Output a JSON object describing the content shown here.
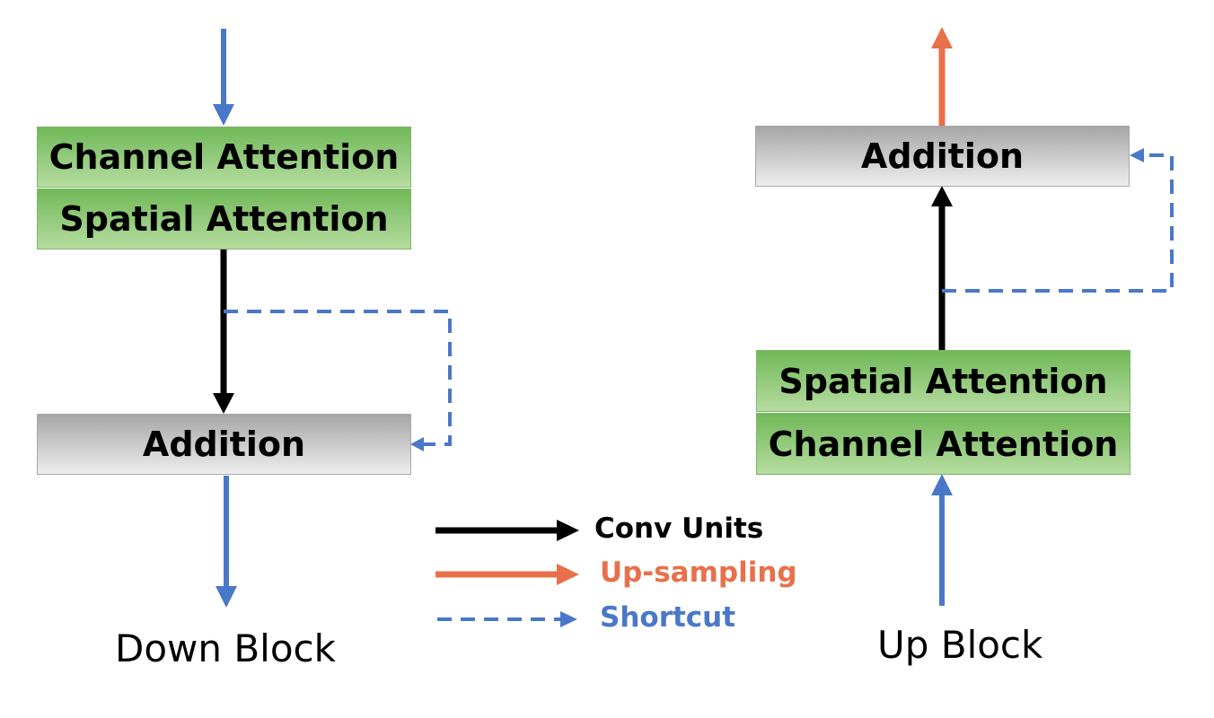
{
  "down_block": {
    "channel_attention": "Channel Attention",
    "spatial_attention": "Spatial Attention",
    "addition": "Addition",
    "caption": "Down Block"
  },
  "up_block": {
    "addition": "Addition",
    "spatial_attention": "Spatial Attention",
    "channel_attention": "Channel Attention",
    "caption": "Up Block"
  },
  "legend": {
    "conv_units": "Conv Units",
    "up_sampling": "Up-sampling",
    "shortcut": "Shortcut"
  },
  "colors": {
    "conv": "#000000",
    "up_sampling": "#e8704a",
    "shortcut": "#4a78c8",
    "attention_box": "#a9d18e",
    "addition_box": "#d0d0d0"
  }
}
